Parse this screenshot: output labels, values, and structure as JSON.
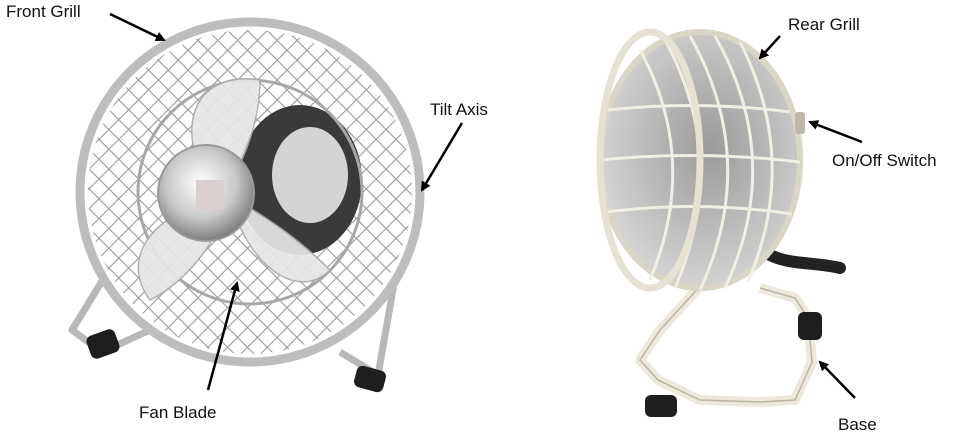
{
  "labels": {
    "front_grill": "Front Grill",
    "tilt_axis": "Tilt Axis",
    "fan_blade": "Fan Blade",
    "rear_grill": "Rear Grill",
    "on_off_switch": "On/Off Switch",
    "base": "Base"
  },
  "colors": {
    "chrome": "#cfcfcf",
    "chrome_dark": "#8a8a8a",
    "rubber_foot": "#1e1e1e",
    "motor_dark": "#2a2a2a",
    "cream_frame": "#ece8dc",
    "arrow": "#000000"
  }
}
